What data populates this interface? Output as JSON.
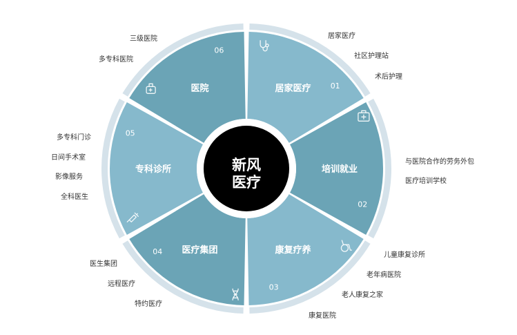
{
  "center": {
    "line1": "新风",
    "line2": "医疗"
  },
  "colors": {
    "dark": "#6ba4b6",
    "light": "#86b9cc",
    "ring": "#d5e2ea",
    "center": "#000000"
  },
  "segments": [
    {
      "id": "s1",
      "title": "居家医疗",
      "number": "01",
      "icon": "stethoscope-icon",
      "items": [
        "居家医疗",
        "社区护理站",
        "术后护理"
      ]
    },
    {
      "id": "s2",
      "title": "培训就业",
      "number": "02",
      "icon": "medical-kit-icon",
      "items": [
        "与医院合作的劳务外包",
        "医疗培训学校"
      ]
    },
    {
      "id": "s3",
      "title": "康复疗养",
      "number": "03",
      "icon": "wheelchair-icon",
      "items": [
        "儿童康复诊所",
        "老年病医院",
        "老人康复之家",
        "康复医院"
      ]
    },
    {
      "id": "s4",
      "title": "医疗集团",
      "number": "04",
      "icon": "dna-icon",
      "items": [
        "医生集团",
        "远程医疗",
        "特约医疗"
      ]
    },
    {
      "id": "s5",
      "title": "专科诊所",
      "number": "05",
      "icon": "syringe-icon",
      "items": [
        "多专科门诊",
        "日间手术室",
        "影像服务",
        "全科医生"
      ]
    },
    {
      "id": "s6",
      "title": "医院",
      "number": "06",
      "icon": "doctor-bag-icon",
      "items": [
        "三级医院",
        "多专科医院"
      ]
    }
  ]
}
